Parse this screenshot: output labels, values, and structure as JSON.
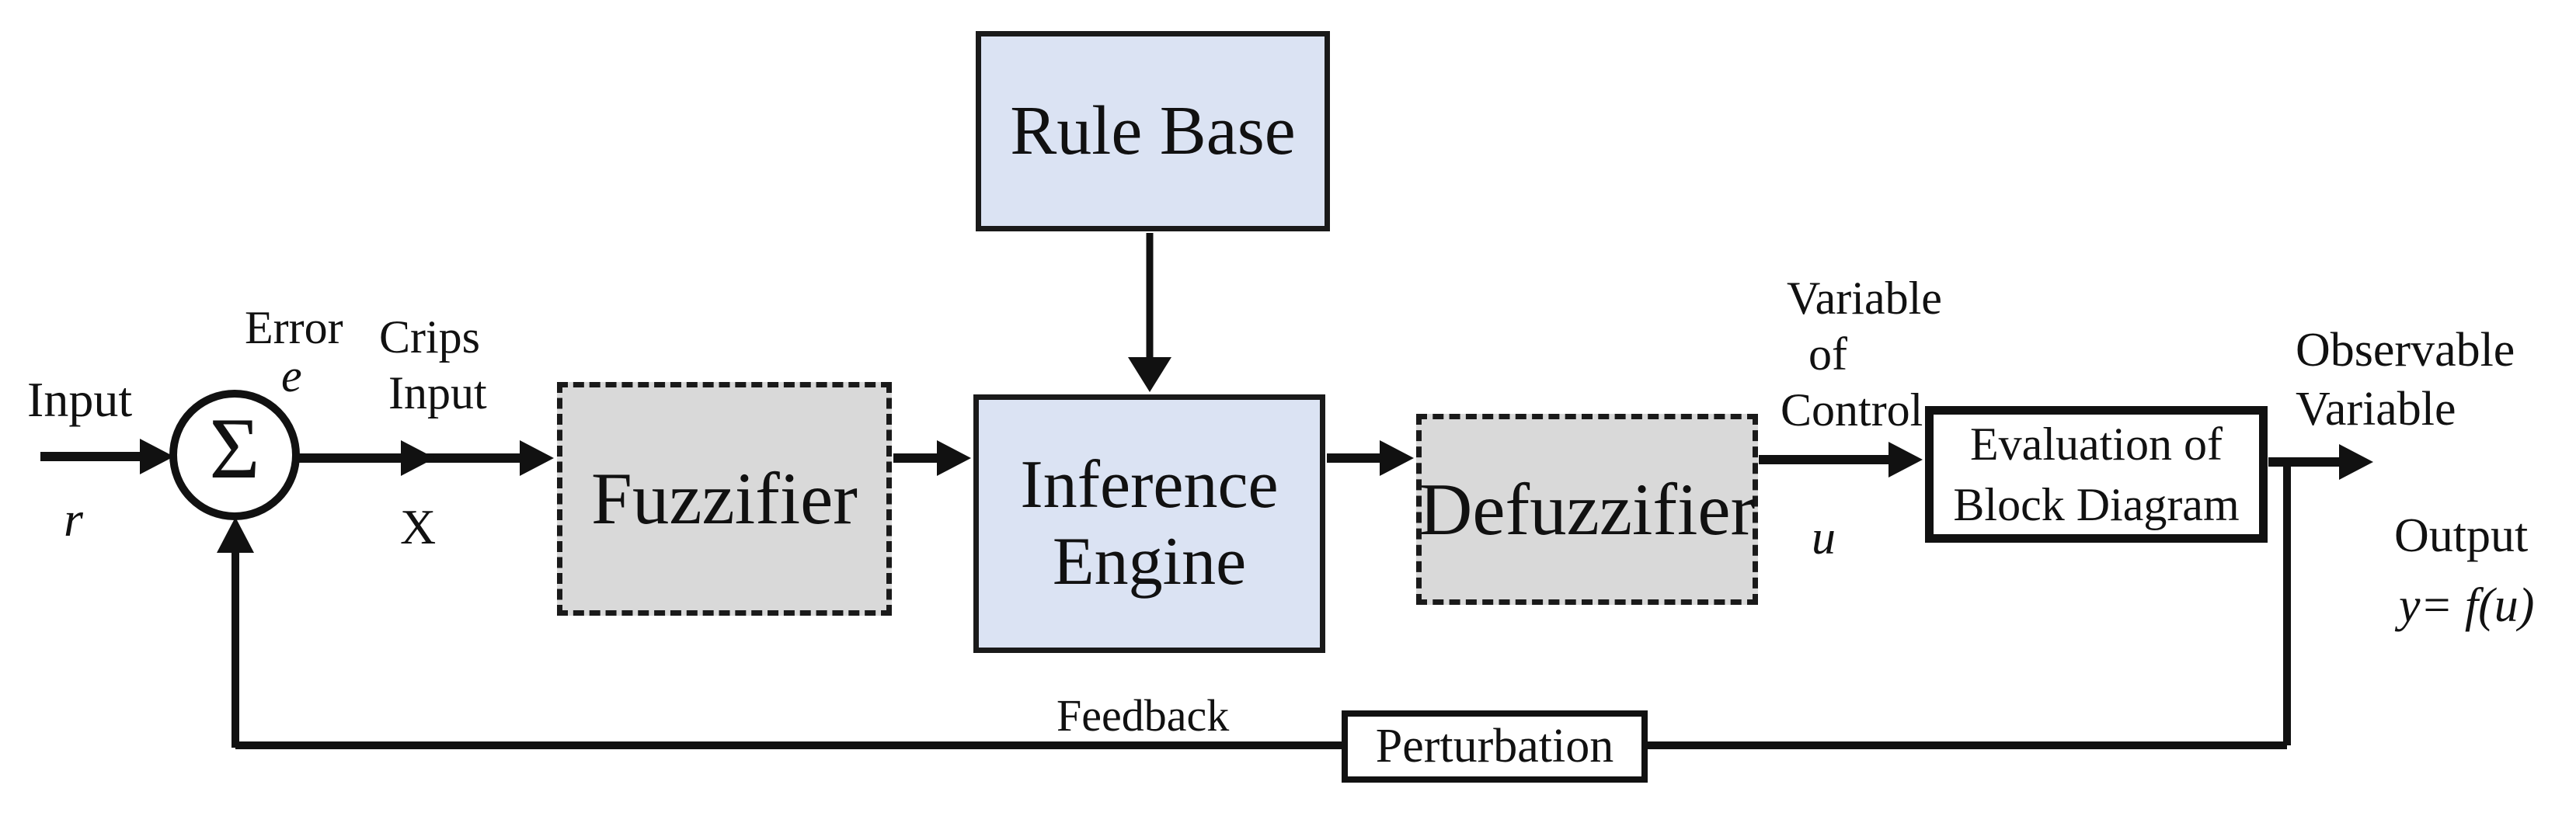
{
  "diagram": {
    "title": "Fuzzy logic control system block diagram",
    "colors": {
      "block_blue": "#dbe3f3",
      "block_gray": "#d9d9d9",
      "line": "#111111",
      "background": "#ffffff"
    },
    "blocks": {
      "sum_symbol": "Σ",
      "rule_base": "Rule Base",
      "fuzzifier": "Fuzzifier",
      "inference_line1": "Inference",
      "inference_line2": "Engine",
      "defuzzifier": "Defuzzifier",
      "evaluation_line1": "Evaluation of",
      "evaluation_line2": "Block Diagram",
      "perturbation": "Perturbation"
    },
    "labels": {
      "input": "Input",
      "r": "r",
      "error": "Error",
      "e": "e",
      "crips": "Crips",
      "crips_input": "Input",
      "x": "X",
      "variable": "Variable",
      "of": "of",
      "control": "Control",
      "u": "u",
      "observable": "Observable",
      "observable_variable": "Variable",
      "output": "Output",
      "y_fu": "y= f(u)",
      "feedback": "Feedback"
    }
  }
}
